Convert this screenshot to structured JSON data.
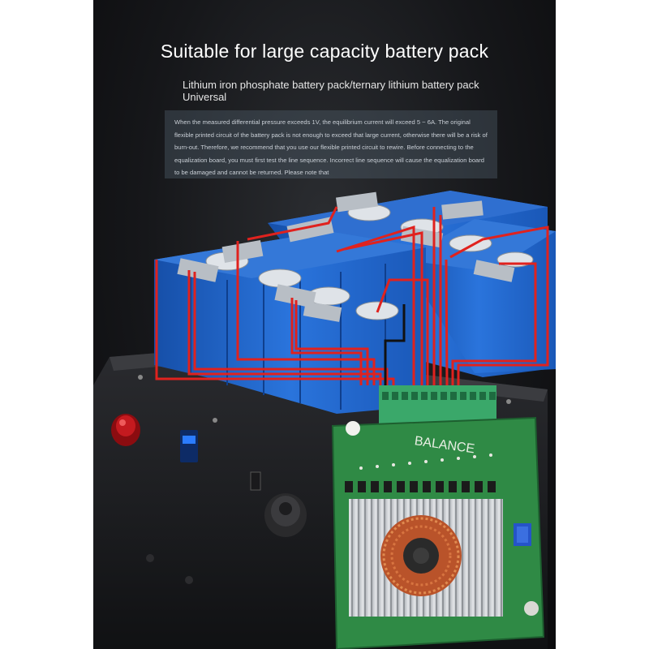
{
  "header": {
    "title": "Suitable for large capacity battery pack",
    "subtitle": "Lithium iron phosphate battery pack/ternary lithium battery pack Universal"
  },
  "notice": {
    "text": "When the measured differential pressure exceeds 1V, the equilibrium current will exceed 5 ~ 6A. The original flexible printed circuit of the battery pack is not enough to exceed that large current, otherwise there will be a risk of burn-out. Therefore, we recommend that you use our flexible printed circuit to rewire. Before connecting to the equalization board, you must first test the line sequence. Incorrect line sequence will cause the equalization board to be damaged and cannot be returned. Please note that"
  },
  "board": {
    "silkscreen": "BALANCE"
  },
  "colors": {
    "background": "#141518",
    "cell_blue": "#1d5fc4",
    "wire_red": "#e0221e",
    "pcb_green": "#2f8a45",
    "heatsink": "#c9ccd0",
    "coil_copper": "#c9642f",
    "connector_green": "#3aa86a"
  },
  "icons": [
    "positive-terminal-icon",
    "negative-terminal-knob-icon",
    "voltmeter-display-icon"
  ]
}
